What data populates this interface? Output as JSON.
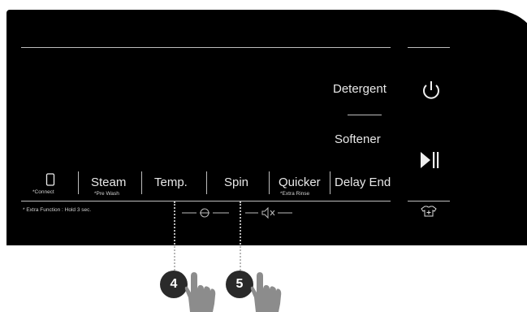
{
  "panel": {
    "detergent_label": "Detergent",
    "softener_label": "Softener",
    "buttons": [
      {
        "label": "",
        "sub": "*Connect"
      },
      {
        "label": "Steam",
        "sub": "*Pre Wash"
      },
      {
        "label": "Temp.",
        "sub": ""
      },
      {
        "label": "Spin",
        "sub": ""
      },
      {
        "label": "Quicker",
        "sub": "*Extra Rinse"
      },
      {
        "label": "Delay End",
        "sub": ""
      }
    ],
    "extra_function_note": "* Extra Function : Hold 3 sec."
  },
  "callouts": [
    {
      "number": "4"
    },
    {
      "number": "5"
    }
  ],
  "icons": {
    "connect": "smartphone-icon",
    "power": "power-icon",
    "play_pause": "play-pause-icon",
    "child_lock": "child-lock-icon",
    "mute": "mute-icon",
    "garment": "garment-add-icon",
    "hand": "pointing-hand-icon"
  }
}
